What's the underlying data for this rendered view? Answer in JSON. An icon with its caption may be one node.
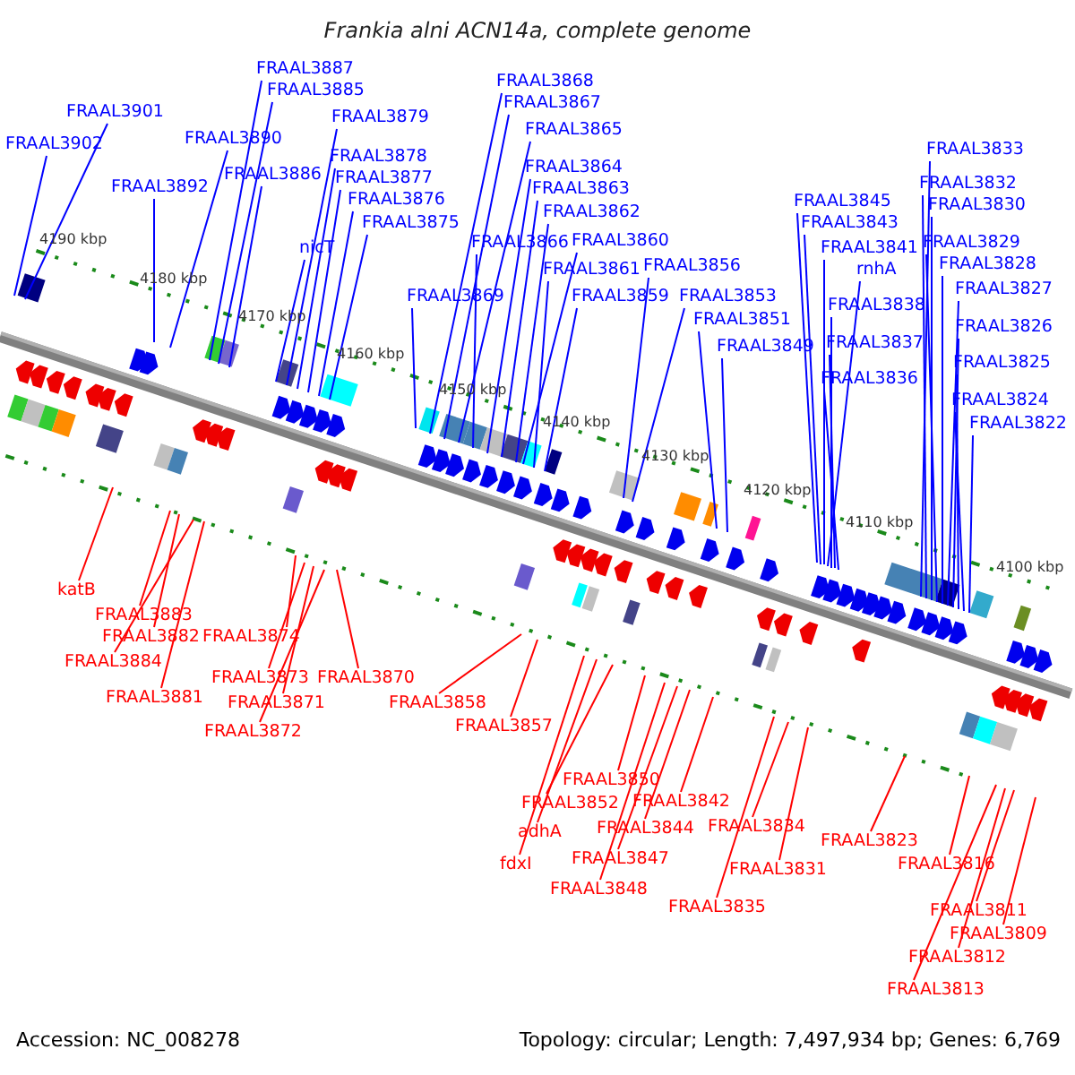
{
  "diagram": {
    "title": "Frankia alni ACN14a, complete genome",
    "nodes": [
      {
        "text": [
          "FRAAL3887"
        ]
      },
      {
        "text": [
          "FRAAL3885"
        ]
      },
      {
        "text": [
          "FRAAL3901"
        ]
      },
      {
        "text": [
          "FRAAL3879"
        ]
      },
      {
        "text": [
          "FRAAL3868"
        ]
      },
      {
        "text": [
          "FRAAL3867"
        ]
      },
      {
        "text": [
          "FRAAL3865"
        ]
      },
      {
        "text": [
          "FRAAL3890"
        ]
      },
      {
        "text": [
          "FRAAL3902"
        ]
      },
      {
        "text": [
          "FRAAL3833"
        ]
      },
      {
        "text": [
          "FRAAL3878"
        ]
      },
      {
        "text": [
          "FRAAL3864"
        ]
      },
      {
        "text": [
          "FRAAL3886"
        ]
      },
      {
        "text": [
          "FRAAL3877"
        ]
      },
      {
        "text": [
          "FRAAL3832"
        ]
      },
      {
        "text": [
          "FRAAL3892"
        ]
      },
      {
        "text": [
          "FRAAL3863"
        ]
      },
      {
        "text": [
          "FRAAL3876"
        ]
      },
      {
        "text": [
          "FRAAL3845"
        ]
      },
      {
        "text": [
          "FRAAL3830"
        ]
      },
      {
        "text": [
          "FRAAL3862"
        ]
      },
      {
        "text": [
          "FRAAL3875"
        ]
      },
      {
        "text": [
          "FRAAL3843"
        ]
      },
      {
        "text": [
          "FRAAL3860"
        ]
      },
      {
        "text": [
          "FRAAL3866"
        ]
      },
      {
        "text": [
          "FRAAL3829"
        ]
      },
      {
        "text": [
          "nicT"
        ]
      },
      {
        "text": [
          "FRAAL3841"
        ]
      },
      {
        "text": [
          "FRAAL3828"
        ]
      },
      {
        "text": [
          "FRAAL3856"
        ]
      },
      {
        "text": [
          "FRAAL3861"
        ]
      },
      {
        "text": [
          "rnhA"
        ]
      },
      {
        "text": [
          "FRAAL3827"
        ]
      },
      {
        "text": [
          "FRAAL3859"
        ]
      },
      {
        "text": [
          "FRAAL3869"
        ]
      },
      {
        "text": [
          "FRAAL3853"
        ]
      },
      {
        "text": [
          "FRAAL3838"
        ]
      },
      {
        "text": [
          "FRAAL3851"
        ]
      },
      {
        "text": [
          "FRAAL3826"
        ]
      },
      {
        "text": [
          "FRAAL3837"
        ]
      },
      {
        "text": [
          "FRAAL3849"
        ]
      },
      {
        "text": [
          "FRAAL3825"
        ]
      },
      {
        "text": [
          "FRAAL3836"
        ]
      },
      {
        "text": [
          "FRAAL3824"
        ]
      },
      {
        "text": [
          "FRAAL3822"
        ]
      },
      {
        "text": [
          "katB"
        ]
      },
      {
        "text": [
          "FRAAL3883"
        ]
      },
      {
        "text": [
          "FRAAL3874"
        ]
      },
      {
        "text": [
          "FRAAL3882"
        ]
      },
      {
        "text": [
          "FRAAL3884"
        ]
      },
      {
        "text": [
          "FRAAL3873"
        ]
      },
      {
        "text": [
          "FRAAL3870"
        ]
      },
      {
        "text": [
          "FRAAL3881"
        ]
      },
      {
        "text": [
          "FRAAL3871"
        ]
      },
      {
        "text": [
          "FRAAL3858"
        ]
      },
      {
        "text": [
          "FRAAL3857"
        ]
      },
      {
        "text": [
          "FRAAL3872"
        ]
      },
      {
        "text": [
          "FRAAL3850"
        ]
      },
      {
        "text": [
          "FRAAL3842"
        ]
      },
      {
        "text": [
          "FRAAL3852"
        ]
      },
      {
        "text": [
          "FRAAL3834"
        ]
      },
      {
        "text": [
          "FRAAL3844"
        ]
      },
      {
        "text": [
          "adhA"
        ]
      },
      {
        "text": [
          "FRAAL3823"
        ]
      },
      {
        "text": [
          "FRAAL3847"
        ]
      },
      {
        "text": [
          "fdxI"
        ]
      },
      {
        "text": [
          "FRAAL3816"
        ]
      },
      {
        "text": [
          "FRAAL3831"
        ]
      },
      {
        "text": [
          "FRAAL3848"
        ]
      },
      {
        "text": [
          "FRAAL3835"
        ]
      },
      {
        "text": [
          "FRAAL3811"
        ]
      },
      {
        "text": [
          "FRAAL3809"
        ]
      },
      {
        "text": [
          "FRAAL3812"
        ]
      },
      {
        "text": [
          "FRAAL3813"
        ]
      }
    ],
    "edges": [
      {
        "from": 0,
        "to": null,
        "arrow": "none"
      },
      {
        "from": 1,
        "to": null,
        "arrow": "none"
      },
      {
        "from": 2,
        "to": null,
        "arrow": "none"
      },
      {
        "from": 3,
        "to": null,
        "arrow": "none"
      },
      {
        "from": 4,
        "to": null,
        "arrow": "none"
      },
      {
        "from": 5,
        "to": null,
        "arrow": "none"
      },
      {
        "from": 6,
        "to": null,
        "arrow": "none"
      },
      {
        "from": 7,
        "to": null,
        "arrow": "none"
      },
      {
        "from": 8,
        "to": null,
        "arrow": "none"
      },
      {
        "from": 9,
        "to": null,
        "arrow": "none"
      },
      {
        "from": 10,
        "to": null,
        "arrow": "none"
      },
      {
        "from": 11,
        "to": null,
        "arrow": "none"
      },
      {
        "from": 12,
        "to": null,
        "arrow": "none"
      },
      {
        "from": 13,
        "to": null,
        "arrow": "none"
      },
      {
        "from": 14,
        "to": null,
        "arrow": "none"
      },
      {
        "from": 15,
        "to": null,
        "arrow": "none"
      },
      {
        "from": 16,
        "to": null,
        "arrow": "none"
      },
      {
        "from": 17,
        "to": null,
        "arrow": "none"
      },
      {
        "from": 18,
        "to": null,
        "arrow": "none"
      },
      {
        "from": 19,
        "to": null,
        "arrow": "none"
      },
      {
        "from": 20,
        "to": null,
        "arrow": "none"
      },
      {
        "from": 21,
        "to": null,
        "arrow": "none"
      },
      {
        "from": 22,
        "to": null,
        "arrow": "none"
      },
      {
        "from": 23,
        "to": null,
        "arrow": "none"
      },
      {
        "from": 24,
        "to": null,
        "arrow": "none"
      },
      {
        "from": 25,
        "to": null,
        "arrow": "none"
      },
      {
        "from": 26,
        "to": null,
        "arrow": "none"
      },
      {
        "from": 27,
        "to": null,
        "arrow": "none"
      },
      {
        "from": 28,
        "to": null,
        "arrow": "none"
      },
      {
        "from": 29,
        "to": null,
        "arrow": "none"
      },
      {
        "from": 30,
        "to": null,
        "arrow": "none"
      },
      {
        "from": 31,
        "to": null,
        "arrow": "none"
      },
      {
        "from": 32,
        "to": null,
        "arrow": "none"
      },
      {
        "from": 33,
        "to": null,
        "arrow": "none"
      },
      {
        "from": 34,
        "to": null,
        "arrow": "none"
      },
      {
        "from": 35,
        "to": null,
        "arrow": "none"
      },
      {
        "from": 36,
        "to": null,
        "arrow": "none"
      },
      {
        "from": 37,
        "to": null,
        "arrow": "none"
      },
      {
        "from": 38,
        "to": null,
        "arrow": "none"
      },
      {
        "from": 39,
        "to": null,
        "arrow": "none"
      },
      {
        "from": 40,
        "to": null,
        "arrow": "none"
      },
      {
        "from": 41,
        "to": null,
        "arrow": "none"
      },
      {
        "from": 42,
        "to": null,
        "arrow": "none"
      },
      {
        "from": 43,
        "to": null,
        "arrow": "none"
      },
      {
        "from": 44,
        "to": null,
        "arrow": "none"
      },
      {
        "from": 45,
        "to": null,
        "arrow": "none",
        "color": "#ff0000"
      },
      {
        "from": 46,
        "to": null,
        "arrow": "none",
        "color": "#ff0000"
      },
      {
        "from": 47,
        "to": null,
        "arrow": "none",
        "color": "#ff0000"
      },
      {
        "from": 48,
        "to": null,
        "arrow": "none",
        "color": "#ff0000"
      },
      {
        "from": 49,
        "to": null,
        "arrow": "none",
        "color": "#ff0000"
      },
      {
        "from": 50,
        "to": null,
        "arrow": "none",
        "color": "#ff0000"
      },
      {
        "from": 51,
        "to": null,
        "arrow": "none",
        "color": "#ff0000"
      },
      {
        "from": 52,
        "to": null,
        "arrow": "none",
        "color": "#ff0000"
      },
      {
        "from": 53,
        "to": null,
        "arrow": "none",
        "color": "#ff0000"
      },
      {
        "from": 54,
        "to": null,
        "arrow": "none",
        "color": "#ff0000"
      },
      {
        "from": 55,
        "to": null,
        "arrow": "none",
        "color": "#ff0000"
      },
      {
        "from": 56,
        "to": null,
        "arrow": "none",
        "color": "#ff0000"
      },
      {
        "from": 57,
        "to": null,
        "arrow": "none",
        "color": "#ff0000"
      },
      {
        "from": 58,
        "to": null,
        "arrow": "none",
        "color": "#ff0000"
      },
      {
        "from": 59,
        "to": null,
        "arrow": "none",
        "color": "#ff0000"
      },
      {
        "from": 60,
        "to": null,
        "arrow": "none",
        "color": "#ff0000"
      },
      {
        "from": 61,
        "to": null,
        "arrow": "none",
        "color": "#ff0000"
      },
      {
        "from": 62,
        "to": null,
        "arrow": "none",
        "color": "#ff0000"
      },
      {
        "from": 63,
        "to": null,
        "arrow": "none",
        "color": "#ff0000"
      },
      {
        "from": 64,
        "to": null,
        "arrow": "none",
        "color": "#ff0000"
      },
      {
        "from": 65,
        "to": null,
        "arrow": "none",
        "color": "#ff0000"
      },
      {
        "from": 66,
        "to": null,
        "arrow": "none",
        "color": "#ff0000"
      },
      {
        "from": 67,
        "to": null,
        "arrow": "none",
        "color": "#ff0000"
      },
      {
        "from": 68,
        "to": null,
        "arrow": "none",
        "color": "#ff0000"
      },
      {
        "from": 69,
        "to": null,
        "arrow": "none",
        "color": "#ff0000"
      },
      {
        "from": 70,
        "to": null,
        "arrow": "none",
        "color": "#ff0000"
      },
      {
        "from": 71,
        "to": null,
        "arrow": "none",
        "color": "#ff0000"
      },
      {
        "from": 72,
        "to": null,
        "arrow": "none",
        "color": "#ff0000"
      },
      {
        "from": 73,
        "to": null,
        "arrow": "none",
        "color": "#ff0000"
      }
    ],
    "labels": [
      "4190 kbp",
      "4180 kbp",
      "4170 kbp",
      "4160 kbp",
      "4150 kbp",
      "4140 kbp",
      "4130 kbp",
      "4120 kbp",
      "4110 kbp",
      "4100 kbp",
      "Accession: NC_008278",
      "Topology: circular; Length: 7,497,934 bp; Genes: 6,769"
    ]
  }
}
